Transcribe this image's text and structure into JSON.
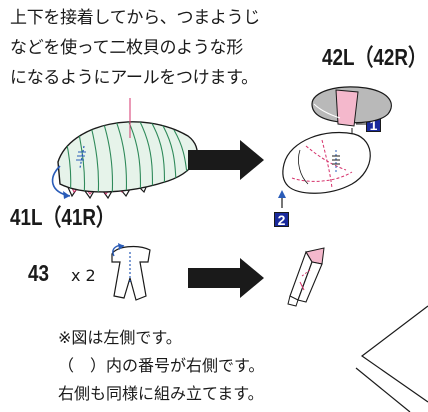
{
  "instruction": {
    "line1": "上下を接着してから、つまようじ",
    "line2": "などを使って二枚貝のような形",
    "line3": "になるようにアールをつけます。"
  },
  "parts": {
    "top_piece": "42L（42R）",
    "shell_piece": "41L（41R）",
    "leg_piece": "43",
    "leg_multiplier": "x 2"
  },
  "steps": {
    "step1": "1",
    "step2": "2"
  },
  "notes": {
    "line1": "※図は左側です。",
    "line2": "（　）内の番号が右側です。",
    "line3": "右側も同様に組み立てます。"
  },
  "colors": {
    "stripe_green": "#2f8a5a",
    "shell_green_fill": "#e6f3ea",
    "pink": "#f4b8cc",
    "pink_stroke": "#d6336c",
    "badge_blue": "#1a2a9c",
    "guide_blue": "#2a5cb8"
  }
}
